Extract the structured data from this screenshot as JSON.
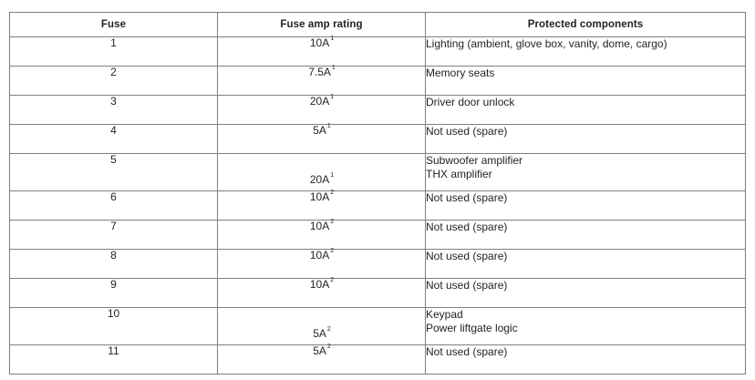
{
  "table": {
    "columns": [
      {
        "key": "fuse",
        "label": "Fuse"
      },
      {
        "key": "rating",
        "label": "Fuse amp rating"
      },
      {
        "key": "prot",
        "label": "Protected components"
      }
    ],
    "rows": [
      {
        "fuse": "1",
        "rating": "10A",
        "rating_note": "1",
        "protected_lines": [
          "Lighting (ambient, glove box, vanity, dome, cargo)"
        ]
      },
      {
        "fuse": "2",
        "rating": "7.5A",
        "rating_note": "1",
        "protected_lines": [
          "Memory seats"
        ]
      },
      {
        "fuse": "3",
        "rating": "20A",
        "rating_note": "1",
        "protected_lines": [
          "Driver door unlock"
        ]
      },
      {
        "fuse": "4",
        "rating": "5A",
        "rating_note": "1",
        "protected_lines": [
          "Not used (spare)"
        ]
      },
      {
        "fuse": "5",
        "rating": "20A",
        "rating_note": "1",
        "protected_lines": [
          "Subwoofer amplifier",
          "THX amplifier"
        ]
      },
      {
        "fuse": "6",
        "rating": "10A",
        "rating_note": "2",
        "protected_lines": [
          "Not used (spare)"
        ]
      },
      {
        "fuse": "7",
        "rating": "10A",
        "rating_note": "2",
        "protected_lines": [
          "Not used (spare)"
        ]
      },
      {
        "fuse": "8",
        "rating": "10A",
        "rating_note": "2",
        "protected_lines": [
          "Not used (spare)"
        ]
      },
      {
        "fuse": "9",
        "rating": "10A",
        "rating_note": "2",
        "protected_lines": [
          "Not used (spare)"
        ]
      },
      {
        "fuse": "10",
        "rating": "5A",
        "rating_note": "2",
        "protected_lines": [
          "Keypad",
          "Power liftgate logic"
        ]
      },
      {
        "fuse": "11",
        "rating": "5A",
        "rating_note": "2",
        "protected_lines": [
          "Not used (spare)"
        ]
      }
    ]
  },
  "colors": {
    "text": "#231f20",
    "border": "#7f7f7f",
    "background": "#ffffff"
  }
}
